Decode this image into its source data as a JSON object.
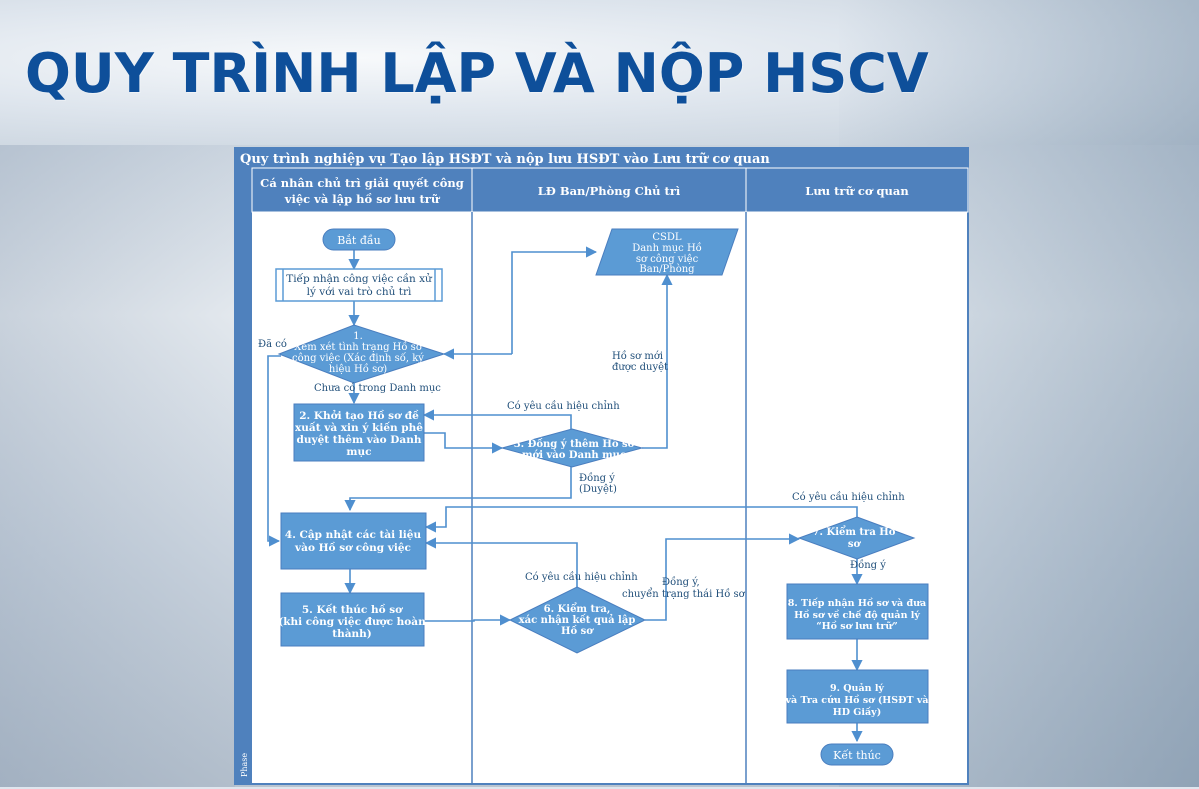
{
  "slide": {
    "title": "QUY TRÌNH LẬP VÀ NỘP HSCV"
  },
  "diagram": {
    "header": "Quy trình nghiệp vụ Tạo lập HSĐT và nộp lưu HSĐT vào Lưu trữ cơ quan",
    "phase_label": "Phase",
    "lanes": [
      {
        "line1": "Cá nhân chủ trì giải quyết công",
        "line2": "việc và lập hồ sơ lưu trữ"
      },
      {
        "line1": "LĐ Ban/Phòng Chủ trì",
        "line2": ""
      },
      {
        "line1": "Lưu trữ cơ quan",
        "line2": ""
      }
    ],
    "nodes": {
      "start": "Bắt đầu",
      "receive": [
        "Tiếp nhận công việc cần xử",
        "lý với vai trò chủ trì"
      ],
      "check": [
        "1.",
        "Xem xét tình trạng Hồ sơ",
        "công việc (Xác định số, ký",
        "hiệu Hồ sơ)"
      ],
      "create": [
        "2. Khởi tạo Hồ sơ đề",
        "xuất và xin ý kiến phê",
        "duyệt thêm vào Danh",
        "mục"
      ],
      "approve": [
        "3. Đồng ý thêm Hồ sơ",
        "mới vào Danh mục"
      ],
      "db": [
        "CSDL",
        "Danh mục Hồ",
        "sơ công việc",
        "Ban/Phòng"
      ],
      "update": [
        "4. Cập nhật các tài liệu",
        "vào Hồ sơ công việc"
      ],
      "finish": [
        "5. Kết thúc hồ sơ",
        "(khi công việc được hoàn",
        "thành)"
      ],
      "verify": [
        "6. Kiểm tra,",
        "xác nhận kết quả lập",
        "Hồ sơ"
      ],
      "inspect": [
        "7. Kiểm tra Hồ",
        "sơ"
      ],
      "archive_receive": [
        "8. Tiếp nhận Hồ sơ và đưa",
        "Hồ sơ về chế độ quản lý",
        "“Hồ sơ lưu trữ”"
      ],
      "manage": [
        "9. Quản lý",
        "và Tra cứu Hồ sơ (HSĐT và",
        "HD Giấy)"
      ],
      "end": "Kết thúc"
    },
    "edge_labels": {
      "already": "Đã có",
      "not_in_list": "Chưa có trong Danh mục",
      "revise_1": "Có yêu cầu hiệu chỉnh",
      "agree_approved": [
        "Đồng ý",
        "(Duyệt)"
      ],
      "new_approved": [
        "Hồ sơ mới",
        "được duyệt"
      ],
      "revise_2": "Có yêu cầu hiệu chỉnh",
      "revise_3": "Có yêu cầu hiệu chỉnh",
      "agree_transfer": [
        "Đồng ý,",
        "chuyển trạng thái Hồ sơ"
      ],
      "agree": "Đồng ý"
    },
    "colors": {
      "header_bg": "#4f81bd",
      "node_fill": "#5b9bd5",
      "node_stroke": "#4a7ebf",
      "line": "#5b9bd5",
      "label": "#1f4e79",
      "title": "#0e4f9a"
    }
  }
}
